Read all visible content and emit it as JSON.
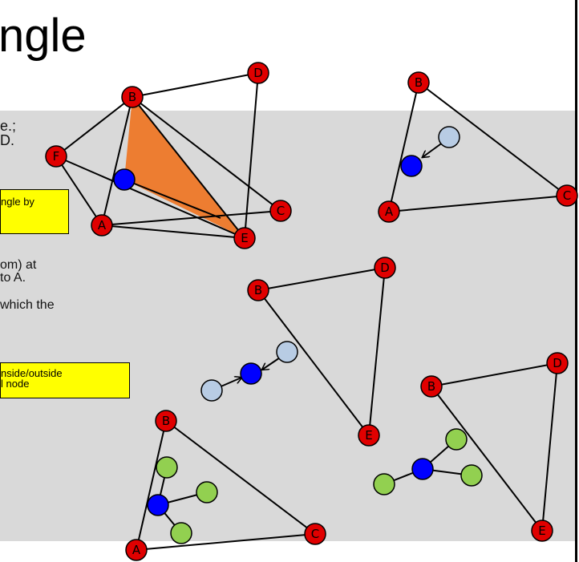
{
  "slide": {
    "title_fragment": "ngle",
    "text_lines": [
      "e.;",
      "D.",
      "om) at",
      "to A.",
      "which the"
    ],
    "yellow_boxes": [
      "ngle by",
      "nside/outside",
      "l node"
    ]
  },
  "diagram": {
    "node_labels": [
      "A",
      "B",
      "C",
      "D",
      "E",
      "F"
    ],
    "colors": {
      "red_node": "#e00000",
      "blue_node": "#0000ff",
      "light_blue_node": "#b8cce4",
      "green_node": "#92d050",
      "triangle_fill": "#ed7d31",
      "panel_gray": "#d9d9d9",
      "highlight_box": "#ffff00"
    }
  }
}
